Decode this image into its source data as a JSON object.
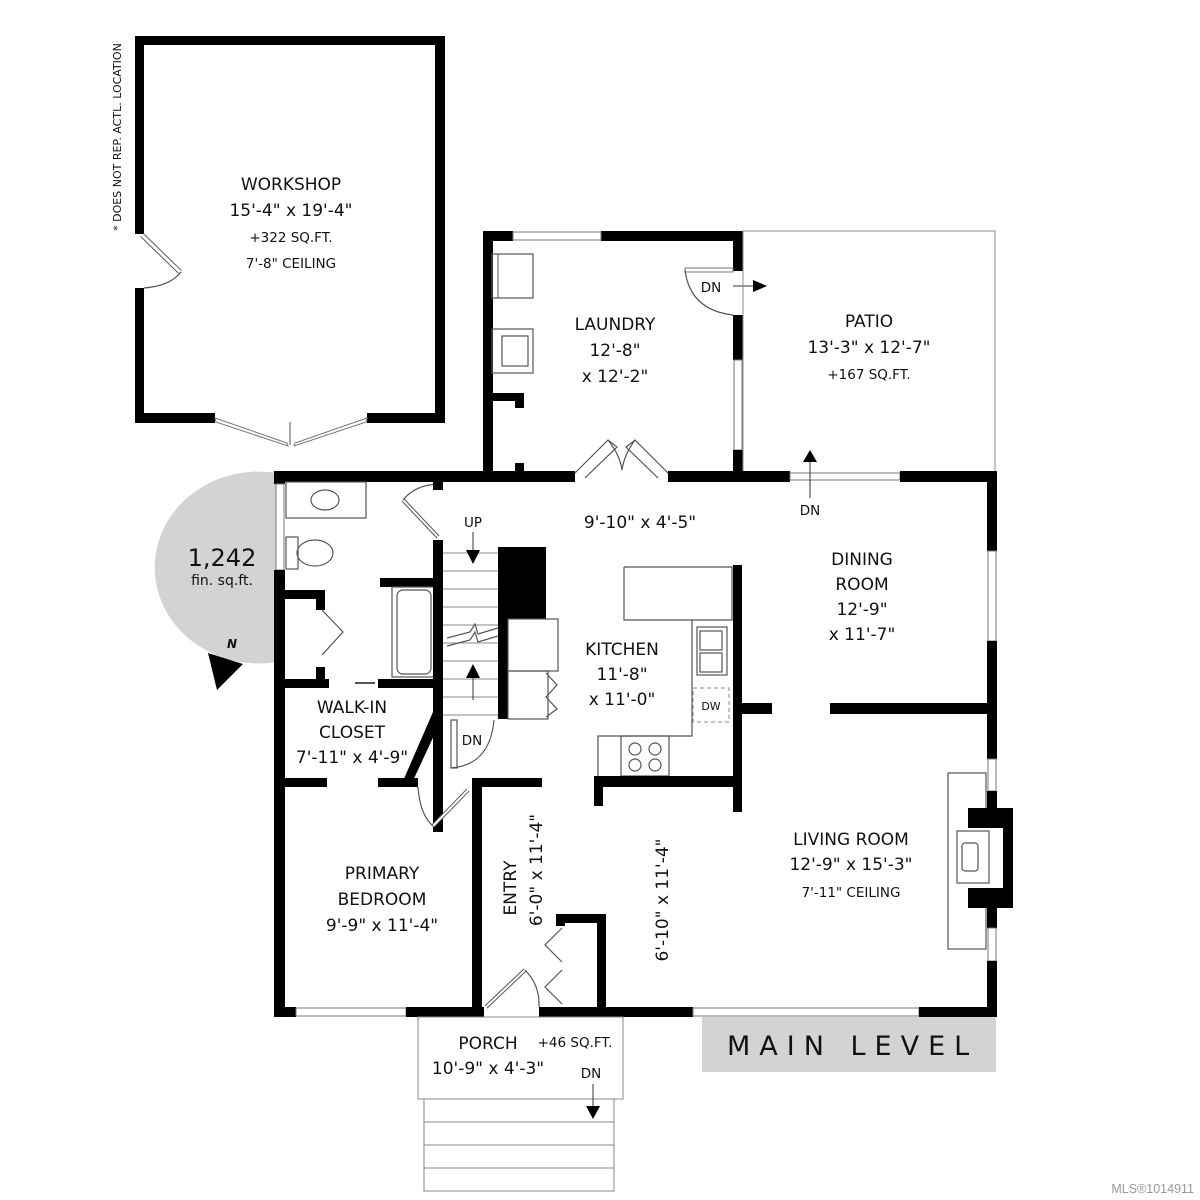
{
  "title": "MAIN LEVEL",
  "disclaimer": "* DOES NOT REP. ACTL. LOCATION",
  "finished_area": {
    "value": "1,242",
    "unit": "fin. sq.ft."
  },
  "compass": {
    "label": "N"
  },
  "mls_number": "MLS®1014911",
  "rooms": {
    "workshop": {
      "name": "WORKSHOP",
      "dims": "15'-4\" x 19'-4\"",
      "area": "+322 SQ.FT.",
      "ceiling": "7'-8\" CEILING"
    },
    "laundry": {
      "name": "LAUNDRY",
      "dims_1": "12'-8\"",
      "dims_2": "x 12'-2\""
    },
    "patio": {
      "name": "PATIO",
      "dims": "13'-3\" x 12'-7\"",
      "area": "+167 SQ.FT."
    },
    "hall": {
      "dims": "9'-10\" x 4'-5\""
    },
    "dining": {
      "name_1": "DINING",
      "name_2": "ROOM",
      "dims_1": "12'-9\"",
      "dims_2": "x 11'-7\""
    },
    "kitchen": {
      "name": "KITCHEN",
      "dims_1": "11'-8\"",
      "dims_2": "x 11'-0\"",
      "appliance": "DW"
    },
    "walkin": {
      "name_1": "WALK-IN",
      "name_2": "CLOSET",
      "dims": "7'-11\" x 4'-9\""
    },
    "living": {
      "name": "LIVING ROOM",
      "dims": "12'-9\" x 15'-3\"",
      "ceiling": "7'-11\" CEILING"
    },
    "bedroom": {
      "name_1": "PRIMARY",
      "name_2": "BEDROOM",
      "dims": "9'-9\" x 11'-4\""
    },
    "entry": {
      "name": "ENTRY",
      "dims": "6'-0\" x 11'-4\""
    },
    "foyer": {
      "dims": "6'-10\" x 11'-4\""
    },
    "porch": {
      "name": "PORCH",
      "dims": "10'-9\" x 4'-3\"",
      "area": "+46 SQ.FT."
    }
  },
  "stair_labels": {
    "up": "UP",
    "dn": "DN"
  },
  "colors": {
    "wall": "#000000",
    "badge": "#d3d3d3",
    "background": "#ffffff"
  }
}
